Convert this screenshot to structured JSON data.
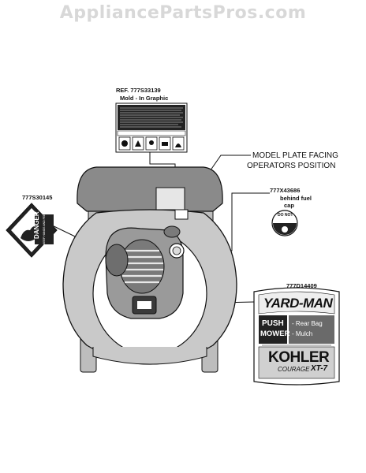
{
  "watermark": "AppliancePartsPros.com",
  "callouts": {
    "ref_label": {
      "line1": "REF. 777S33139",
      "line2": "Mold - In Graphic"
    },
    "model_plate": {
      "line1": "MODEL PLATE FACING",
      "line2": "OPERATORS POSITION"
    },
    "fuel_cap_decal": {
      "line1": "777X43686",
      "line2": "behind fuel",
      "line3": "cap"
    },
    "danger_decal_left": {
      "part": "777S30145"
    },
    "yardman_decal": {
      "part": "777D14409"
    }
  },
  "decals": {
    "danger_word": "DANGER",
    "danger_small": "KEEP HANDS AND FEET AWAY",
    "do_not": "DO NOT",
    "yardman": {
      "brand": "YARD-MAN",
      "push": "PUSH",
      "mower": "MOWER",
      "opt1": "- Rear Bag",
      "opt2": "- Mulch",
      "engine_brand": "KOHLER",
      "engine_model": "COURAGE",
      "engine_suffix": "XT-7"
    }
  }
}
